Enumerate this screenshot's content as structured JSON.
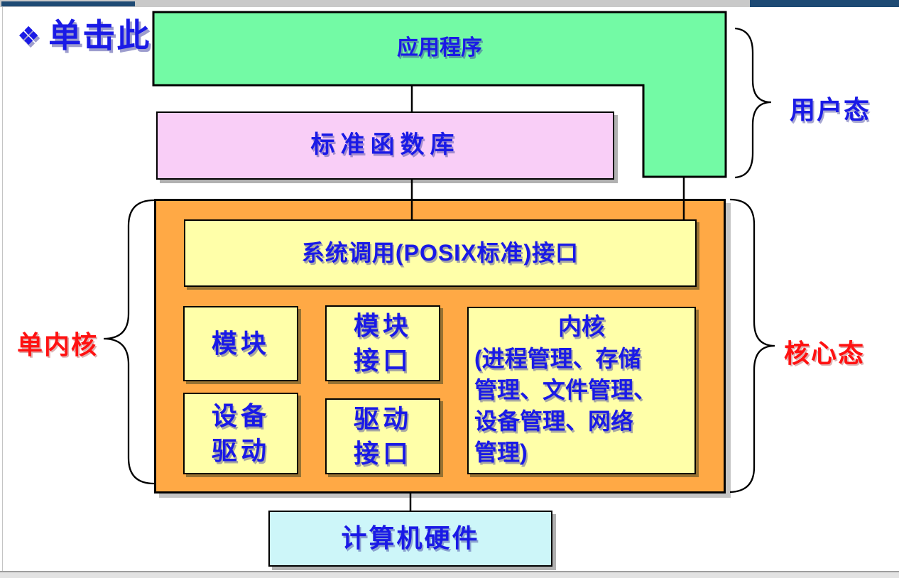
{
  "slide": {
    "title": {
      "bullet": "❖",
      "text": "单击此"
    },
    "diagram": {
      "application": "应用程序",
      "stdlib": "标准函数库",
      "syscall_interface": "系统调用(POSIX标准)接口",
      "module": "模块",
      "module_interface": "模块\n接口",
      "kernel_title": "内核",
      "kernel_body": "(进程管理、存储\n管理、文件管理、\n设备管理、网络\n管理)",
      "device_driver": "设备\n驱动",
      "driver_interface": "驱动\n接口",
      "hardware": "计算机硬件"
    },
    "annotations": {
      "user_mode": "用户态",
      "monolithic_kernel": "单内核",
      "kernel_mode": "核心态"
    },
    "colors": {
      "application_green": "#73faa5",
      "stdlib_pink": "#f9cef7",
      "container_orange": "#ffa945",
      "inner_yellow": "#ffffa9",
      "hardware_cyan": "#cdf6f9",
      "text_blue": "#1a1ae6",
      "annotation_red": "#ff1111",
      "frame_navy": "#1e4a74"
    }
  }
}
